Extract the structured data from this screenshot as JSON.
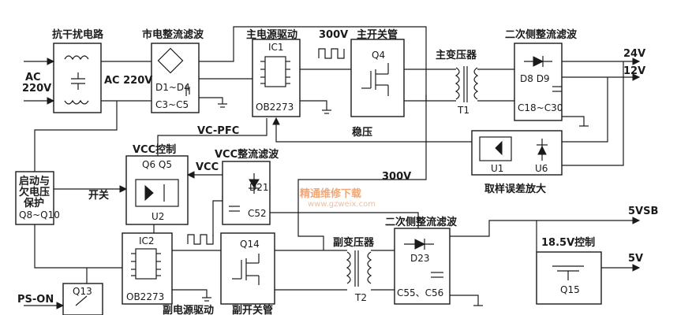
{
  "labels": {
    "emi": "抗干扰电路",
    "mains_rect": "市电整流滤波",
    "main_drive": "主电源驱动",
    "v300_top": "300V",
    "main_switch": "主开关管",
    "main_transformer": "主变压器",
    "sec_rect_top": "二次侧整流滤波",
    "out_24v": "24V",
    "out_12v": "12V",
    "ac": "AC",
    "v220": "220V",
    "ac220": "AC 220V",
    "d1d4": "D1~D4",
    "c3c5": "C3~C5",
    "ic1": "IC1",
    "ob2273_a": "OB2273",
    "q4": "Q4",
    "t1": "T1",
    "d8d9": "D8 D9",
    "c18c30": "C18~C30",
    "vc_pfc": "VC-PFC",
    "regulate": "稳压",
    "vcc_ctrl": "VCC控制",
    "vcc_rect": "VCC整流滤波",
    "q6q5": "Q6 Q5",
    "vcc": "VCC",
    "d21": "D21",
    "c52": "C52",
    "u2": "U2",
    "startup_line1": "启动与",
    "startup_line2": "欠电压",
    "startup_line3": "保护",
    "startup_line4": "Q8~Q10",
    "switch_label": "开关",
    "v300_mid": "300V",
    "u1": "U1",
    "u6": "U6",
    "sample_amp": "取样误差放大",
    "out_5vsb": "5VSB",
    "ic2": "IC2",
    "ob2273_b": "OB2273",
    "q14": "Q14",
    "aux_transformer": "副变压器",
    "sec_rect_bottom": "二次侧整流滤波",
    "d23": "D23",
    "c55c56": "C55、C56",
    "t2": "T2",
    "ctrl185": "18.5V控制",
    "out_5v": "5V",
    "q15": "Q15",
    "ps_on": "PS-ON",
    "q13": "Q13",
    "aux_drive": "副电源驱动",
    "aux_switch": "副开关管",
    "watermark": "精通维修下载",
    "watermark_url": "www.gzweix.com"
  }
}
